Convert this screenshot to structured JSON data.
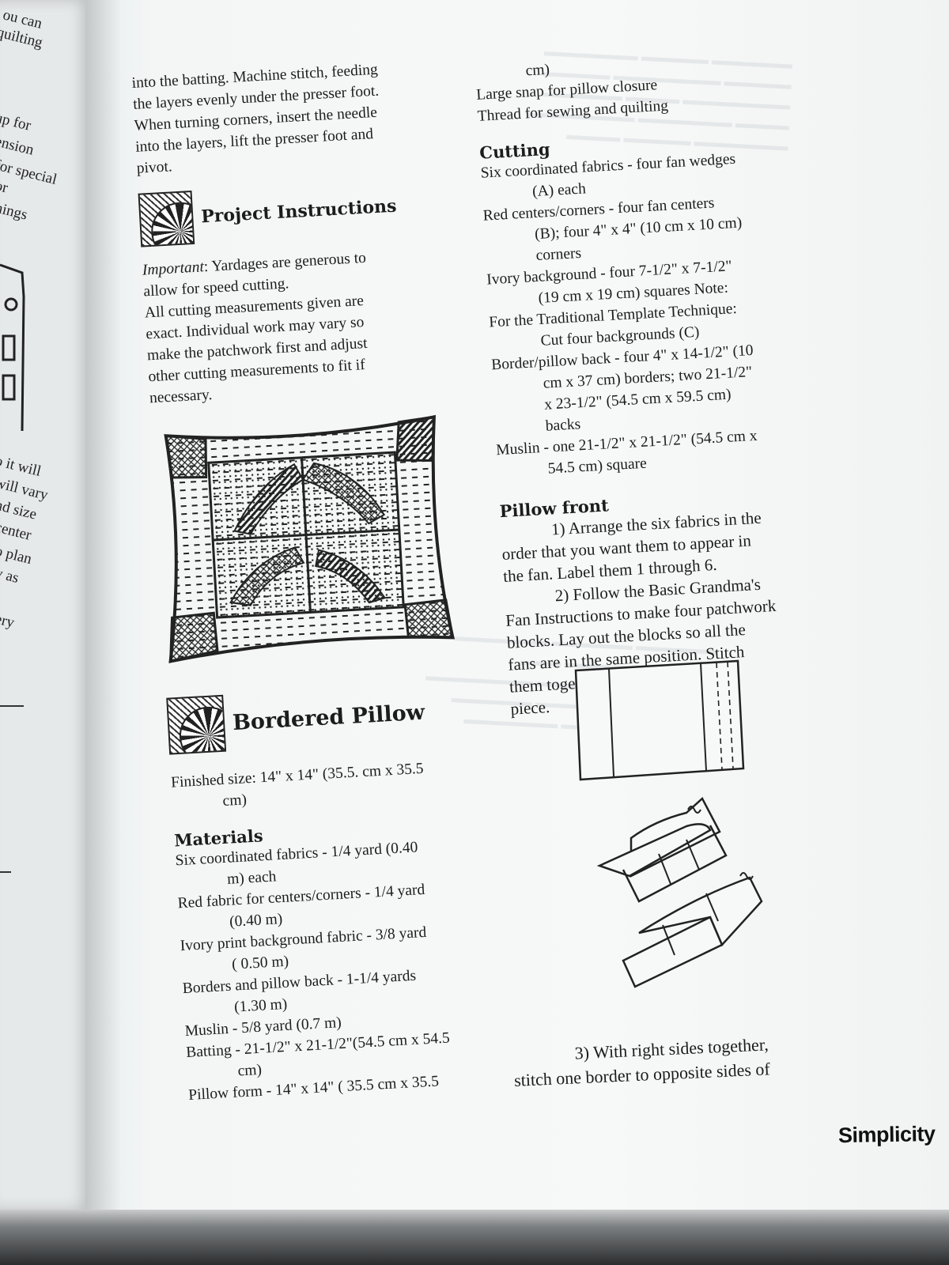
{
  "left_margin": {
    "fragments": [
      "ou can",
      "quilting",
      "up for",
      "ension",
      "for special",
      "or",
      "hings",
      "o it will",
      "will vary",
      "nd size",
      "center",
      "o plan",
      "y as",
      "ery"
    ]
  },
  "left_column": {
    "intro_lines": [
      "into the batting.  Machine stitch, feeding",
      "the layers evenly under the presser foot.",
      "When turning corners, insert the needle",
      "into the layers, lift the presser foot and",
      "pivot."
    ],
    "project_heading": "Project Instructions",
    "important_label": "Important",
    "important_lines": [
      ":  Yardages are generous to",
      "allow for speed cutting.",
      "All cutting measurements given are",
      "exact.  Individual work may vary so",
      "make the patchwork first and adjust",
      "other cutting measurements to fit if",
      "necessary."
    ],
    "pillow_heading": "Bordered Pillow",
    "finished_size": [
      "Finished size:  14\" x 14\" (35.5. cm x 35.5",
      "cm)"
    ],
    "materials_heading": "Materials",
    "materials": [
      [
        "Six coordinated fabrics - 1/4 yard (0.40",
        "m) each"
      ],
      [
        "Red fabric for centers/corners - 1/4 yard",
        "(0.40 m)"
      ],
      [
        "Ivory print background fabric - 3/8 yard",
        "( 0.50 m)"
      ],
      [
        "Borders and pillow back - 1-1/4 yards",
        "(1.30 m)"
      ],
      [
        "Muslin - 5/8 yard (0.7 m)"
      ],
      [
        "Batting - 21-1/2\" x 21-1/2\"(54.5 cm x 54.5",
        "cm)"
      ],
      [
        "Pillow form - 14\" x 14\" ( 35.5 cm x 35.5"
      ]
    ]
  },
  "right_column": {
    "top_lines": [
      "cm)",
      "Large snap for pillow closure",
      "Thread for sewing and quilting"
    ],
    "cutting_heading": "Cutting",
    "cutting": [
      [
        "Six coordinated fabrics - four fan wedges",
        "(A) each"
      ],
      [
        "Red centers/corners - four fan centers",
        "(B);  four 4\" x 4\" (10 cm x 10 cm)",
        "corners"
      ],
      [
        "Ivory background - four 7-1/2\" x 7-1/2\"",
        "(19 cm x 19 cm) squares Note:"
      ],
      [
        "For the Traditional Template Technique:",
        "Cut four backgrounds (C)"
      ],
      [
        "Border/pillow back - four 4\" x 14-1/2\" (10",
        "cm x 37 cm) borders;  two 21-1/2\"",
        "x 23-1/2\" (54.5 cm x 59.5 cm)",
        "backs"
      ],
      [
        "Muslin - one 21-1/2\" x 21-1/2\" (54.5 cm x",
        "54.5 cm) square"
      ]
    ],
    "pillow_front_heading": "Pillow front",
    "steps": [
      [
        "1)  Arrange the six fabrics in the",
        "order that you want them to appear in",
        "the fan.  Label them 1 through 6."
      ],
      [
        "2)  Follow the Basic Grandma's",
        "Fan Instructions to make four patchwork",
        "blocks.  Lay out the blocks so all the",
        "fans are in the same position.  Stitch",
        "them together into one",
        "piece."
      ]
    ],
    "step3": [
      "3)  With right sides together,",
      "stitch one border to opposite sides of"
    ]
  },
  "brand": "Simplicity"
}
